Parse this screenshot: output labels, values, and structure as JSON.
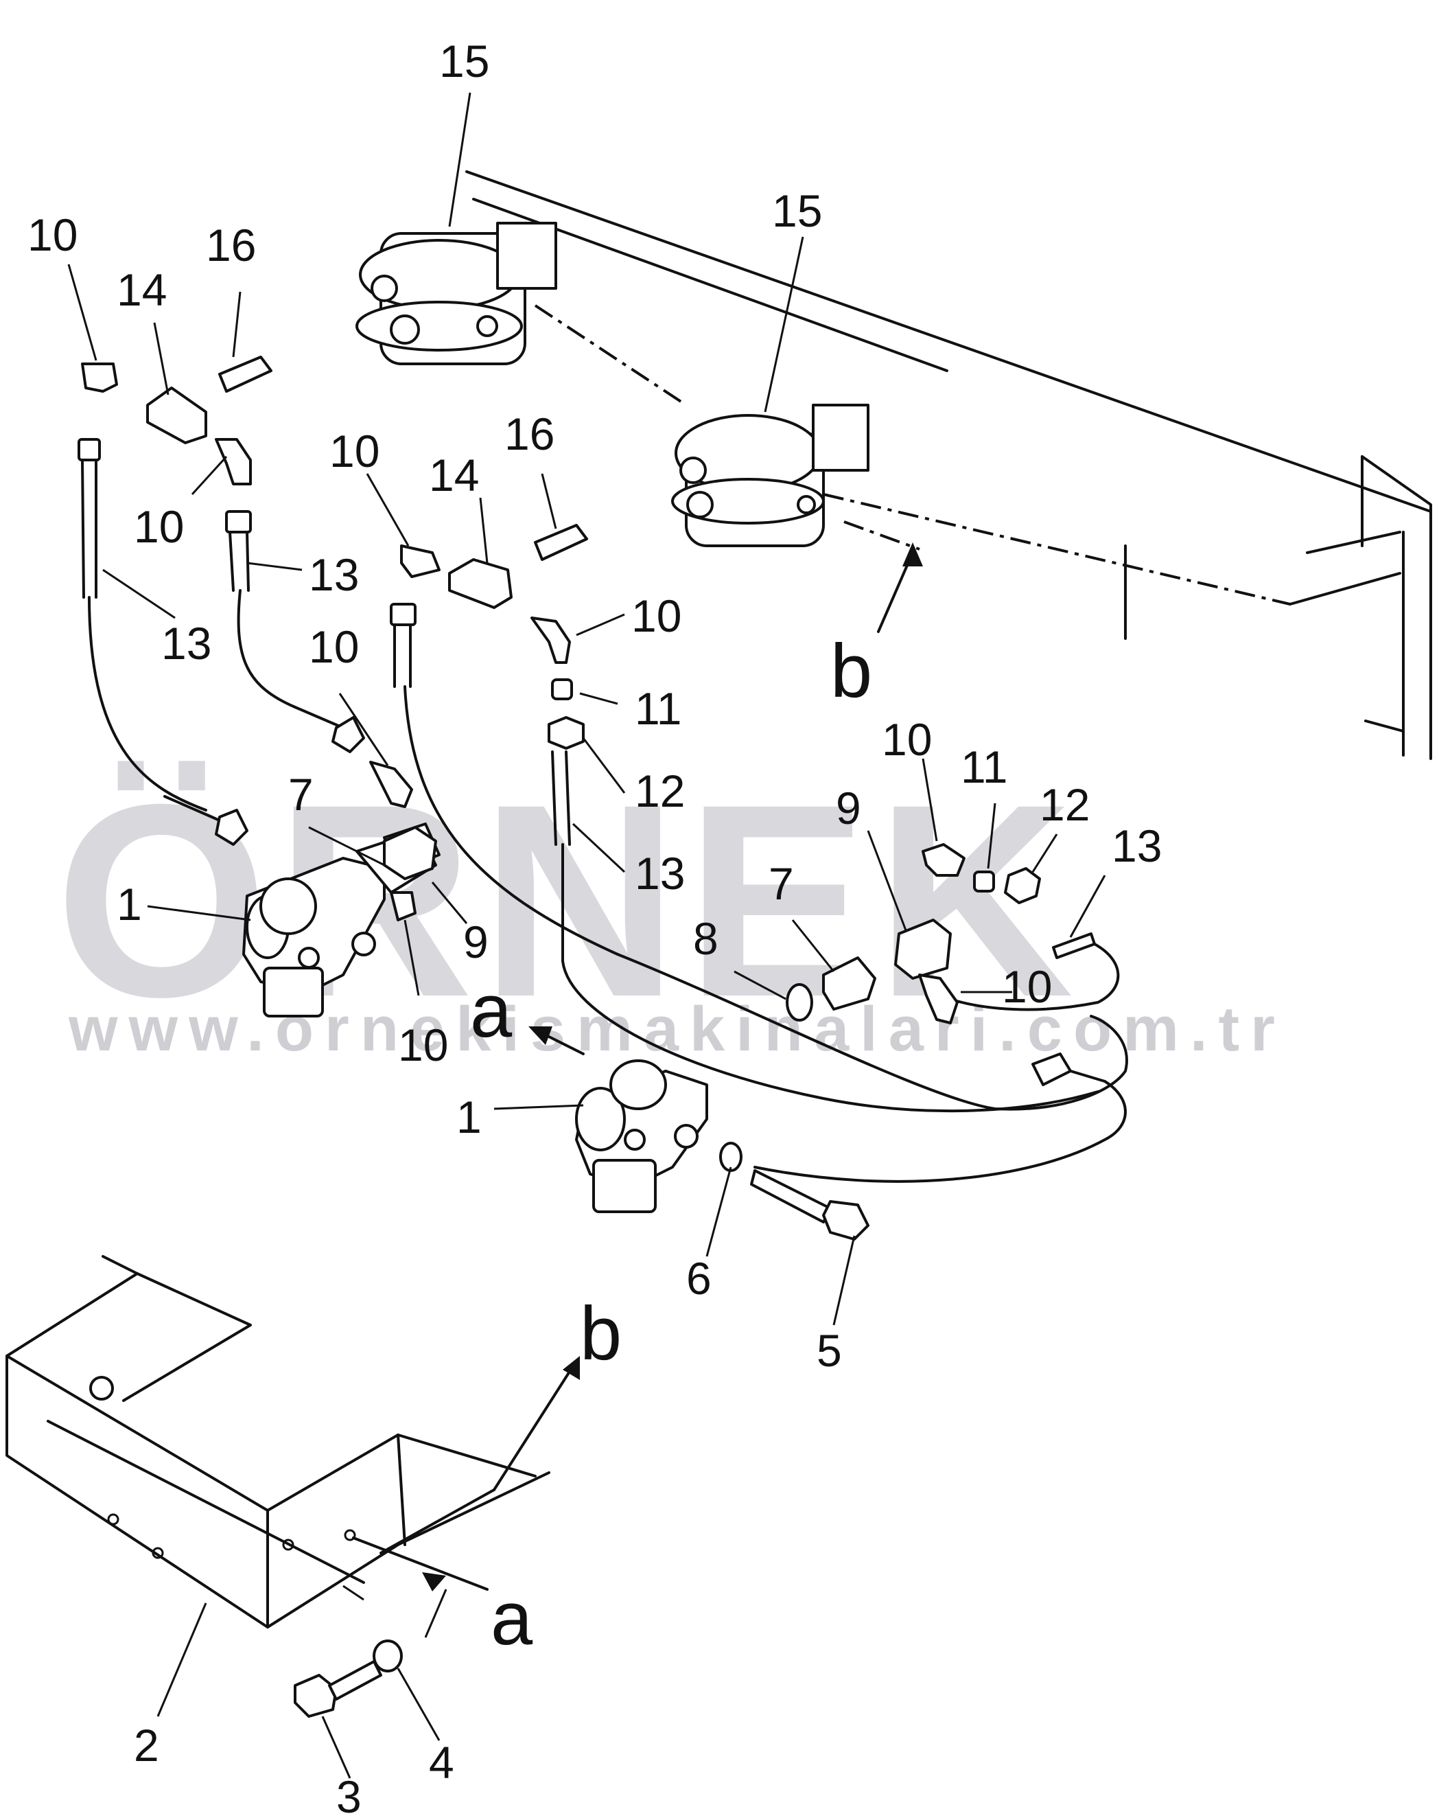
{
  "watermark": {
    "brand": "ÖRNEK",
    "url": "www.ornekismakinalari.com.tr"
  },
  "callouts": [
    {
      "id": "c15a",
      "text": "15"
    },
    {
      "id": "c15b",
      "text": "15"
    },
    {
      "id": "c10a",
      "text": "10"
    },
    {
      "id": "c14a",
      "text": "14"
    },
    {
      "id": "c16a",
      "text": "16"
    },
    {
      "id": "c10b",
      "text": "10"
    },
    {
      "id": "c13a",
      "text": "13"
    },
    {
      "id": "c13b",
      "text": "13"
    },
    {
      "id": "c10c",
      "text": "10"
    },
    {
      "id": "c14b",
      "text": "14"
    },
    {
      "id": "c16b",
      "text": "16"
    },
    {
      "id": "c10d",
      "text": "10"
    },
    {
      "id": "c11a",
      "text": "11"
    },
    {
      "id": "c12a",
      "text": "12"
    },
    {
      "id": "c13c",
      "text": "13"
    },
    {
      "id": "c10e",
      "text": "10"
    },
    {
      "id": "c7a",
      "text": "7"
    },
    {
      "id": "c1a",
      "text": "1"
    },
    {
      "id": "c9a",
      "text": "9"
    },
    {
      "id": "c10f",
      "text": "10"
    },
    {
      "id": "c10g",
      "text": "10"
    },
    {
      "id": "c11b",
      "text": "11"
    },
    {
      "id": "c12b",
      "text": "12"
    },
    {
      "id": "c13d",
      "text": "13"
    },
    {
      "id": "c9b",
      "text": "9"
    },
    {
      "id": "c7b",
      "text": "7"
    },
    {
      "id": "c8",
      "text": "8"
    },
    {
      "id": "c10h",
      "text": "10"
    },
    {
      "id": "c1b",
      "text": "1"
    },
    {
      "id": "c6",
      "text": "6"
    },
    {
      "id": "c5",
      "text": "5"
    },
    {
      "id": "c2",
      "text": "2"
    },
    {
      "id": "c3",
      "text": "3"
    },
    {
      "id": "c4",
      "text": "4"
    }
  ],
  "view_letters": [
    {
      "id": "b1",
      "text": "b"
    },
    {
      "id": "a1",
      "text": "a"
    },
    {
      "id": "b2",
      "text": "b"
    },
    {
      "id": "a2",
      "text": "a"
    }
  ]
}
